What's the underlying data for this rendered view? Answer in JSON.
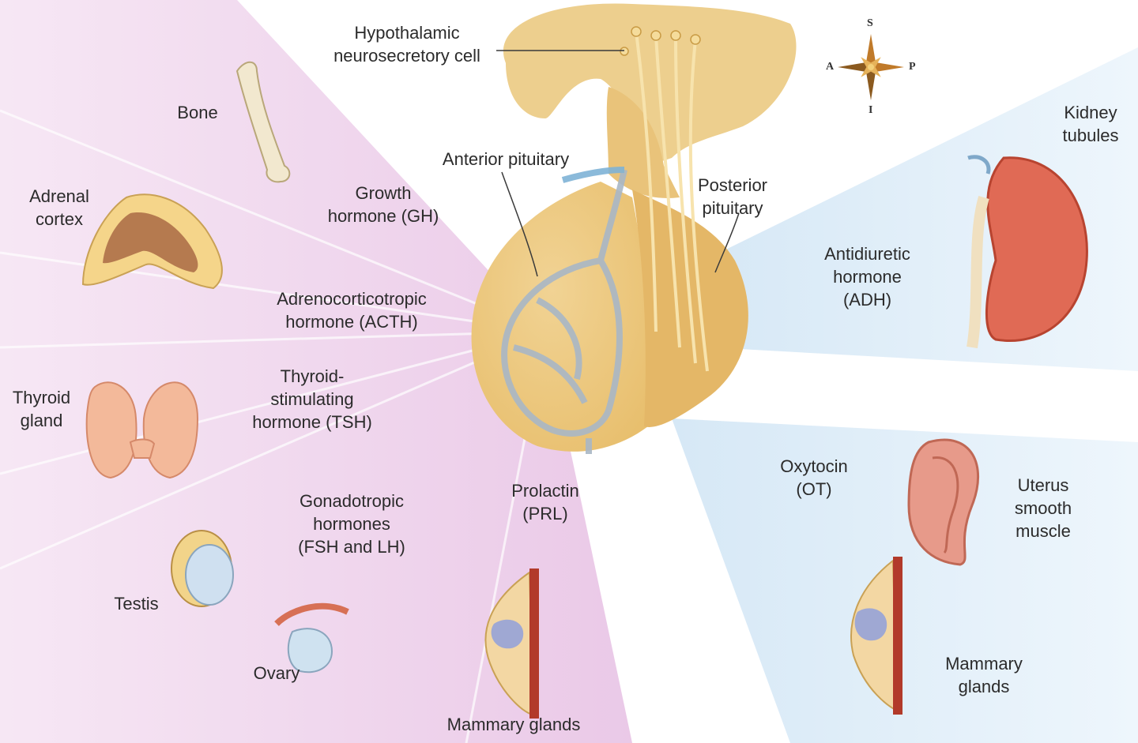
{
  "colors": {
    "anterior_fan": "#e9c6e6",
    "anterior_fan_light": "#f6e6f4",
    "posterior_fan": "#d6e8f6",
    "posterior_fan_light": "#eef6fc",
    "gland": "#e8bf6e",
    "gland_light": "#f1d394",
    "vessel": "#a9b7c6",
    "nerve": "#f7e3ad",
    "leader_line": "#3a3a3a"
  },
  "compass": {
    "superior": "S",
    "inferior": "I",
    "anterior": "A",
    "posterior": "P"
  },
  "labels": {
    "hypothalamic_cell": "Hypothalamic\nneurosecretory cell",
    "anterior_pituitary": "Anterior pituitary",
    "posterior_pituitary": "Posterior\npituitary",
    "bone": "Bone",
    "growth_hormone": "Growth\nhormone (GH)",
    "adrenal_cortex": "Adrenal\ncortex",
    "acth": "Adrenocorticotropic\nhormone (ACTH)",
    "thyroid_gland": "Thyroid\ngland",
    "tsh": "Thyroid-\nstimulating\nhormone (TSH)",
    "gonadotropic": "Gonadotropic\nhormones\n(FSH and LH)",
    "testis": "Testis",
    "ovary": "Ovary",
    "prolactin": "Prolactin\n(PRL)",
    "mammary_glands_left": "Mammary glands",
    "kidney_tubules": "Kidney\ntubules",
    "adh": "Antidiuretic\nhormone\n(ADH)",
    "oxytocin": "Oxytocin\n(OT)",
    "uterus": "Uterus\nsmooth\nmuscle",
    "mammary_glands_right": "Mammary\nglands"
  }
}
